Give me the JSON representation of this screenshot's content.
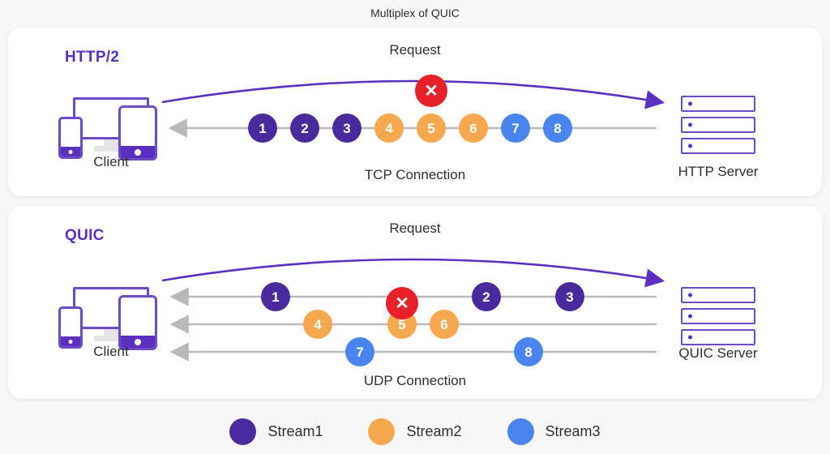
{
  "title": "Multiplex of QUIC",
  "colors": {
    "stream1": "#4b2a9e",
    "stream2": "#f5a84e",
    "stream3": "#4a84ee",
    "error": "#e8202a",
    "accent": "#5b2fbf",
    "line": "#b8b8bd",
    "background": "#f7f7f8",
    "card": "#ffffff"
  },
  "sections": [
    {
      "protocol": "HTTP/2",
      "client_label": "Client",
      "server_label": "HTTP Server",
      "request_label": "Request",
      "connection_label": "TCP Connection",
      "lanes": [
        {
          "packets": [
            {
              "id": "1",
              "stream": "stream1"
            },
            {
              "id": "2",
              "stream": "stream1"
            },
            {
              "id": "3",
              "stream": "stream1"
            },
            {
              "id": "4",
              "stream": "stream2"
            },
            {
              "id": "5",
              "stream": "stream2"
            },
            {
              "id": "6",
              "stream": "stream2"
            },
            {
              "id": "7",
              "stream": "stream3"
            },
            {
              "id": "8",
              "stream": "stream3"
            }
          ],
          "blocked_packet": "5"
        }
      ]
    },
    {
      "protocol": "QUIC",
      "client_label": "Client",
      "server_label": "QUIC Server",
      "request_label": "Request",
      "connection_label": "UDP Connection",
      "lanes": [
        {
          "packets": [
            {
              "id": "1",
              "stream": "stream1"
            },
            {
              "id": "2",
              "stream": "stream1"
            },
            {
              "id": "3",
              "stream": "stream1"
            }
          ],
          "blocked_packet": null
        },
        {
          "packets": [
            {
              "id": "4",
              "stream": "stream2"
            },
            {
              "id": "5",
              "stream": "stream2"
            },
            {
              "id": "6",
              "stream": "stream2"
            }
          ],
          "blocked_packet": "5"
        },
        {
          "packets": [
            {
              "id": "7",
              "stream": "stream3"
            },
            {
              "id": "8",
              "stream": "stream3"
            }
          ],
          "blocked_packet": null
        }
      ]
    }
  ],
  "legend": [
    {
      "label": "Stream1",
      "color_key": "stream1"
    },
    {
      "label": "Stream2",
      "color_key": "stream2"
    },
    {
      "label": "Stream3",
      "color_key": "stream3"
    }
  ],
  "icons": {
    "error": "✕",
    "client": "client-devices-icon",
    "server": "server-rack-icon"
  }
}
